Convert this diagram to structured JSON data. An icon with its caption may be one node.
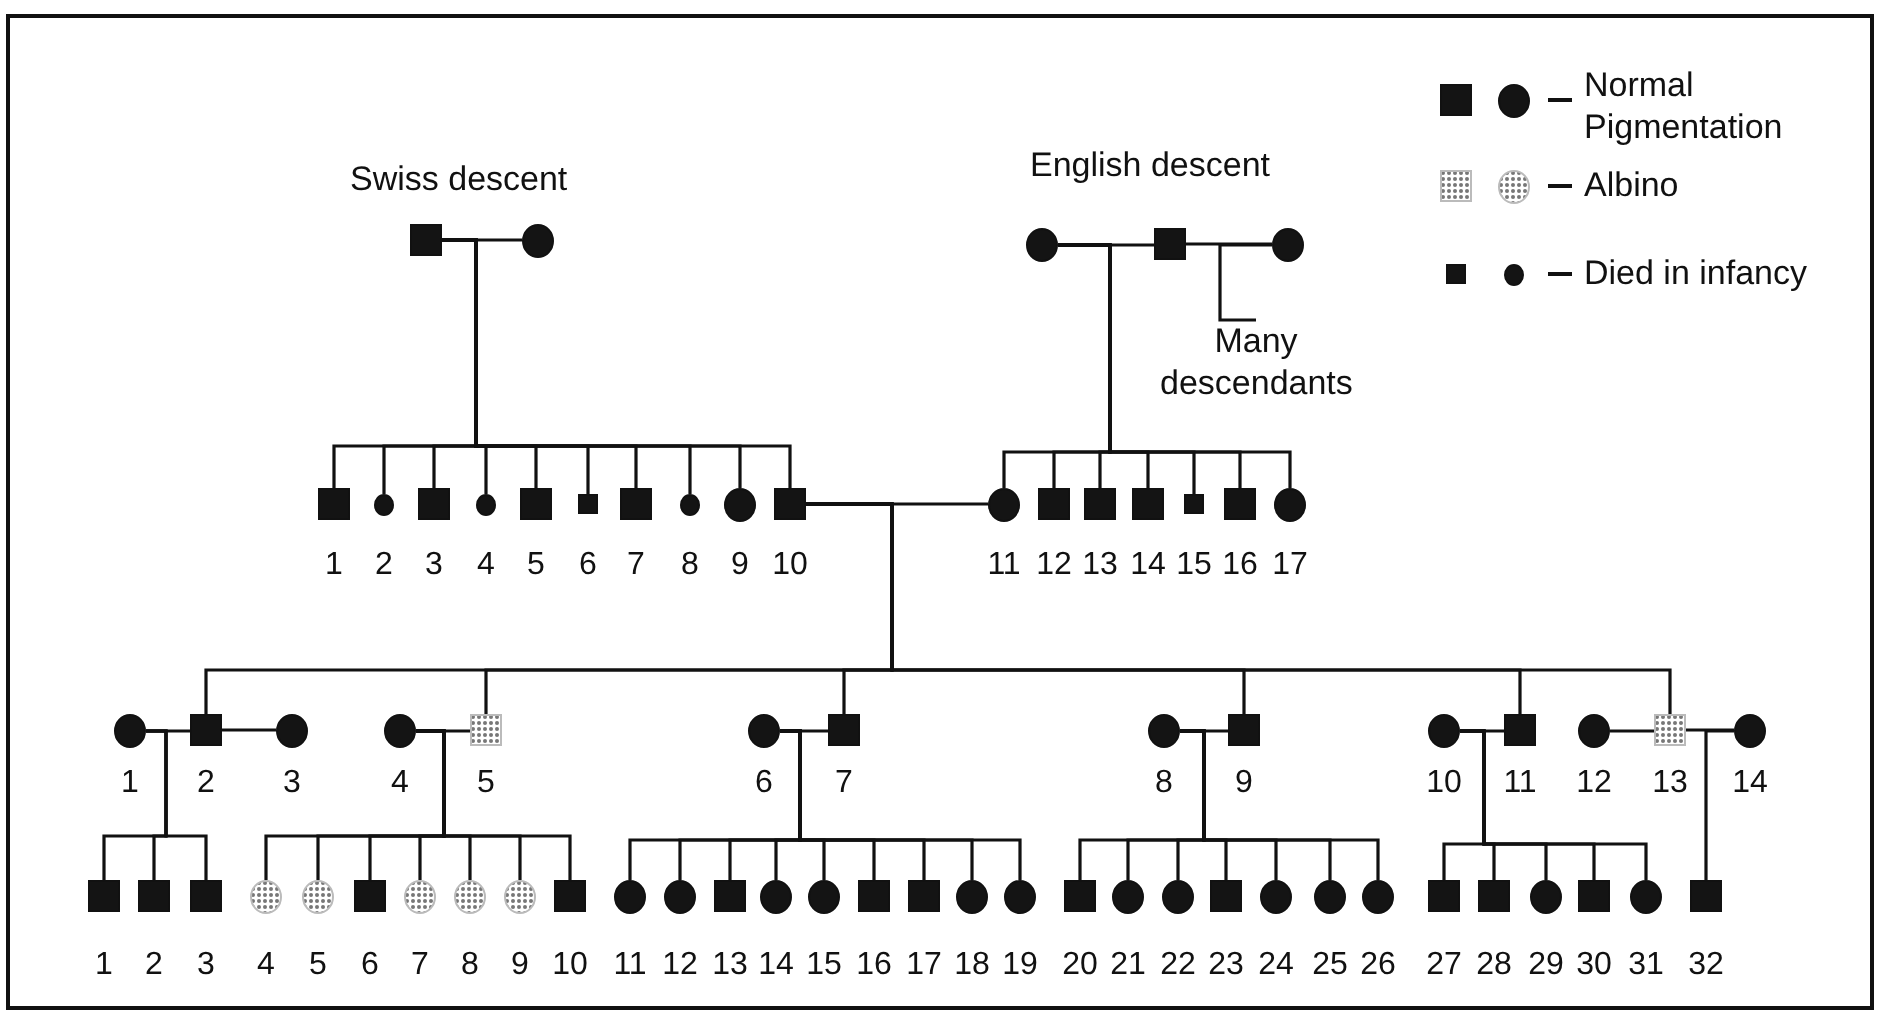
{
  "diagram": {
    "nodes": [
      {
        "text": [],
        "shape": "box"
      },
      {
        "text": [],
        "shape": "circle"
      },
      {
        "text": [],
        "shape": "circle"
      },
      {
        "text": [],
        "shape": "box"
      },
      {
        "text": [],
        "shape": "circle"
      },
      {
        "text": [
          "Many descendants"
        ]
      },
      {
        "text": [],
        "shape": "box",
        "beside": [
          "1"
        ]
      },
      {
        "text": [],
        "shape": "circle",
        "beside": [
          "2"
        ]
      },
      {
        "text": [],
        "shape": "box",
        "beside": [
          "3"
        ]
      },
      {
        "text": [],
        "shape": "circle",
        "beside": [
          "4"
        ]
      },
      {
        "text": [],
        "shape": "box",
        "beside": [
          "5"
        ]
      },
      {
        "text": [],
        "shape": "box",
        "beside": [
          "6"
        ]
      },
      {
        "text": [],
        "shape": "box",
        "beside": [
          "7"
        ]
      },
      {
        "text": [],
        "shape": "circle",
        "beside": [
          "8"
        ]
      },
      {
        "text": [],
        "shape": "circle",
        "beside": [
          "9"
        ]
      },
      {
        "text": [],
        "shape": "box",
        "beside": [
          "10"
        ]
      },
      {
        "text": [],
        "shape": "circle",
        "beside": [
          "11"
        ]
      },
      {
        "text": [],
        "shape": "box",
        "beside": [
          "12"
        ]
      },
      {
        "text": [],
        "shape": "box",
        "beside": [
          "13"
        ]
      },
      {
        "text": [],
        "shape": "box",
        "beside": [
          "14"
        ]
      },
      {
        "text": [],
        "shape": "box",
        "beside": [
          "15"
        ]
      },
      {
        "text": [],
        "shape": "box",
        "beside": [
          "16"
        ]
      },
      {
        "text": [],
        "shape": "circle",
        "beside": [
          "17"
        ]
      },
      {
        "text": [],
        "shape": "circle",
        "beside": [
          "1"
        ]
      },
      {
        "text": [],
        "shape": "box",
        "beside": [
          "2"
        ]
      },
      {
        "text": [],
        "shape": "circle",
        "beside": [
          "3"
        ]
      },
      {
        "text": [],
        "shape": "circle",
        "beside": [
          "4"
        ]
      },
      {
        "text": [],
        "shape": "box",
        "beside": [
          "5"
        ]
      },
      {
        "text": [],
        "shape": "circle",
        "beside": [
          "6"
        ]
      },
      {
        "text": [],
        "shape": "box",
        "beside": [
          "7"
        ]
      },
      {
        "text": [],
        "shape": "circle",
        "beside": [
          "8"
        ]
      },
      {
        "text": [],
        "shape": "box",
        "beside": [
          "9"
        ]
      },
      {
        "text": [],
        "shape": "circle",
        "beside": [
          "10"
        ]
      },
      {
        "text": [],
        "shape": "box",
        "beside": [
          "11"
        ]
      },
      {
        "text": [],
        "shape": "circle",
        "beside": [
          "12"
        ]
      },
      {
        "text": [],
        "shape": "box",
        "beside": [
          "13"
        ]
      },
      {
        "text": [],
        "shape": "circle",
        "beside": [
          "14"
        ]
      },
      {
        "text": [],
        "shape": "box",
        "beside": [
          "1"
        ]
      },
      {
        "text": [],
        "shape": "box",
        "beside": [
          "2"
        ]
      },
      {
        "text": [],
        "shape": "box",
        "beside": [
          "3"
        ]
      },
      {
        "text": [],
        "shape": "circle",
        "beside": [
          "4"
        ]
      },
      {
        "text": [],
        "shape": "circle",
        "beside": [
          "5"
        ]
      },
      {
        "text": [],
        "shape": "box",
        "beside": [
          "6"
        ]
      },
      {
        "text": [],
        "shape": "circle",
        "beside": [
          "7"
        ]
      },
      {
        "text": [],
        "shape": "circle",
        "beside": [
          "8"
        ]
      },
      {
        "text": [],
        "shape": "circle",
        "beside": [
          "9"
        ]
      },
      {
        "text": [],
        "shape": "box",
        "beside": [
          "10"
        ]
      },
      {
        "text": [],
        "shape": "circle",
        "beside": [
          "11"
        ]
      },
      {
        "text": [],
        "shape": "circle",
        "beside": [
          "12"
        ]
      },
      {
        "text": [],
        "shape": "box",
        "beside": [
          "13"
        ]
      },
      {
        "text": [],
        "shape": "circle",
        "beside": [
          "14"
        ]
      },
      {
        "text": [],
        "shape": "circle",
        "beside": [
          "15"
        ]
      },
      {
        "text": [],
        "shape": "box",
        "beside": [
          "16"
        ]
      },
      {
        "text": [],
        "shape": "box",
        "beside": [
          "17"
        ]
      },
      {
        "text": [],
        "shape": "circle",
        "beside": [
          "18"
        ]
      },
      {
        "text": [],
        "shape": "circle",
        "beside": [
          "19"
        ]
      },
      {
        "text": [],
        "shape": "box",
        "beside": [
          "20"
        ]
      },
      {
        "text": [],
        "shape": "circle",
        "beside": [
          "21"
        ]
      },
      {
        "text": [],
        "shape": "circle",
        "beside": [
          "22"
        ]
      },
      {
        "text": [],
        "shape": "box",
        "beside": [
          "23"
        ]
      },
      {
        "text": [],
        "shape": "circle",
        "beside": [
          "24"
        ]
      },
      {
        "text": [],
        "shape": "circle",
        "beside": [
          "25"
        ]
      },
      {
        "text": [],
        "shape": "circle",
        "beside": [
          "26"
        ]
      },
      {
        "text": [],
        "shape": "box",
        "beside": [
          "27"
        ]
      },
      {
        "text": [],
        "shape": "box",
        "beside": [
          "28"
        ]
      },
      {
        "text": [],
        "shape": "circle",
        "beside": [
          "29"
        ]
      },
      {
        "text": [],
        "shape": "box",
        "beside": [
          "30"
        ]
      },
      {
        "text": [],
        "shape": "circle",
        "beside": [
          "31"
        ]
      },
      {
        "text": [],
        "shape": "box",
        "beside": [
          "32"
        ]
      }
    ],
    "edges": [
      {
        "from": 0,
        "to": 1,
        "arrow": "none"
      },
      {
        "from": 2,
        "to": 3,
        "arrow": "none"
      },
      {
        "from": 3,
        "to": 4,
        "arrow": "none"
      },
      {
        "from": 4,
        "to": 5,
        "arrow": "none"
      },
      {
        "from": 0,
        "to": 6,
        "arrow": "none"
      },
      {
        "from": 0,
        "to": 7,
        "arrow": "none"
      },
      {
        "from": 0,
        "to": 8,
        "arrow": "none"
      },
      {
        "from": 0,
        "to": 9,
        "arrow": "none"
      },
      {
        "from": 0,
        "to": 10,
        "arrow": "none"
      },
      {
        "from": 0,
        "to": 11,
        "arrow": "none"
      },
      {
        "from": 0,
        "to": 12,
        "arrow": "none"
      },
      {
        "from": 0,
        "to": 13,
        "arrow": "none"
      },
      {
        "from": 0,
        "to": 14,
        "arrow": "none"
      },
      {
        "from": 0,
        "to": 15,
        "arrow": "none"
      },
      {
        "from": 2,
        "to": 16,
        "arrow": "none"
      },
      {
        "from": 2,
        "to": 17,
        "arrow": "none"
      },
      {
        "from": 2,
        "to": 18,
        "arrow": "none"
      },
      {
        "from": 2,
        "to": 19,
        "arrow": "none"
      },
      {
        "from": 2,
        "to": 20,
        "arrow": "none"
      },
      {
        "from": 2,
        "to": 21,
        "arrow": "none"
      },
      {
        "from": 2,
        "to": 22,
        "arrow": "none"
      },
      {
        "from": 15,
        "to": 16,
        "arrow": "none"
      },
      {
        "from": 15,
        "to": 24,
        "arrow": "none"
      },
      {
        "from": 15,
        "to": 27,
        "arrow": "none"
      },
      {
        "from": 15,
        "to": 29,
        "arrow": "none"
      },
      {
        "from": 15,
        "to": 31,
        "arrow": "none"
      },
      {
        "from": 15,
        "to": 33,
        "arrow": "none"
      },
      {
        "from": 15,
        "to": 35,
        "arrow": "none"
      },
      {
        "from": 23,
        "to": 24,
        "arrow": "none"
      },
      {
        "from": 24,
        "to": 25,
        "arrow": "none"
      },
      {
        "from": 26,
        "to": 27,
        "arrow": "none"
      },
      {
        "from": 28,
        "to": 29,
        "arrow": "none"
      },
      {
        "from": 30,
        "to": 31,
        "arrow": "none"
      },
      {
        "from": 32,
        "to": 33,
        "arrow": "none"
      },
      {
        "from": 34,
        "to": 35,
        "arrow": "none"
      },
      {
        "from": 35,
        "to": 36,
        "arrow": "none"
      },
      {
        "from": 23,
        "to": 37,
        "arrow": "none"
      },
      {
        "from": 23,
        "to": 38,
        "arrow": "none"
      },
      {
        "from": 23,
        "to": 39,
        "arrow": "none"
      },
      {
        "from": 26,
        "to": 40,
        "arrow": "none"
      },
      {
        "from": 26,
        "to": 41,
        "arrow": "none"
      },
      {
        "from": 26,
        "to": 42,
        "arrow": "none"
      },
      {
        "from": 26,
        "to": 43,
        "arrow": "none"
      },
      {
        "from": 26,
        "to": 44,
        "arrow": "none"
      },
      {
        "from": 26,
        "to": 45,
        "arrow": "none"
      },
      {
        "from": 26,
        "to": 46,
        "arrow": "none"
      },
      {
        "from": 28,
        "to": 47,
        "arrow": "none"
      },
      {
        "from": 28,
        "to": 48,
        "arrow": "none"
      },
      {
        "from": 28,
        "to": 49,
        "arrow": "none"
      },
      {
        "from": 28,
        "to": 50,
        "arrow": "none"
      },
      {
        "from": 28,
        "to": 51,
        "arrow": "none"
      },
      {
        "from": 28,
        "to": 52,
        "arrow": "none"
      },
      {
        "from": 28,
        "to": 53,
        "arrow": "none"
      },
      {
        "from": 28,
        "to": 54,
        "arrow": "none"
      },
      {
        "from": 28,
        "to": 55,
        "arrow": "none"
      },
      {
        "from": 30,
        "to": 56,
        "arrow": "none"
      },
      {
        "from": 30,
        "to": 57,
        "arrow": "none"
      },
      {
        "from": 30,
        "to": 58,
        "arrow": "none"
      },
      {
        "from": 30,
        "to": 59,
        "arrow": "none"
      },
      {
        "from": 30,
        "to": 60,
        "arrow": "none"
      },
      {
        "from": 30,
        "to": 61,
        "arrow": "none"
      },
      {
        "from": 30,
        "to": 62,
        "arrow": "none"
      },
      {
        "from": 32,
        "to": 63,
        "arrow": "none"
      },
      {
        "from": 32,
        "to": 64,
        "arrow": "none"
      },
      {
        "from": 32,
        "to": 65,
        "arrow": "none"
      },
      {
        "from": 32,
        "to": 66,
        "arrow": "none"
      },
      {
        "from": 32,
        "to": 67,
        "arrow": "none"
      },
      {
        "from": 36,
        "to": 68,
        "arrow": "none"
      }
    ],
    "labels": [
      "Swiss descent",
      "English descent"
    ],
    "legend": [
      {
        "text": "Normal Pigmentation"
      },
      {
        "text": "Albino"
      },
      {
        "text": "Died in infancy"
      }
    ]
  }
}
